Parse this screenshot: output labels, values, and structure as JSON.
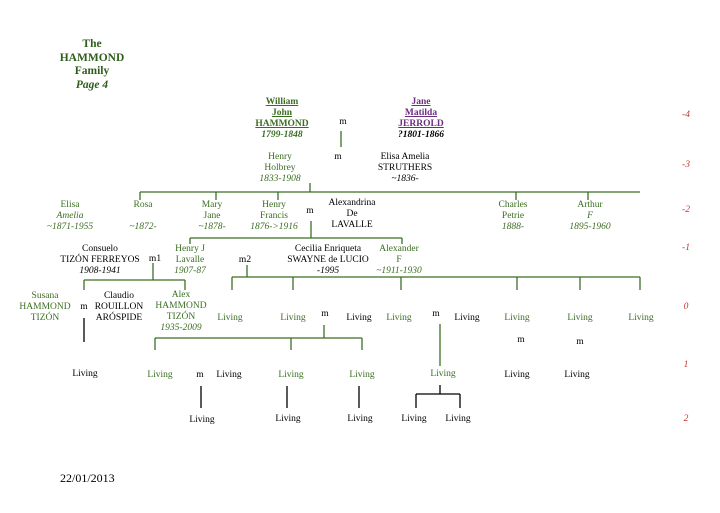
{
  "title": [
    "The",
    "HAMMOND",
    "Family",
    "Page 4"
  ],
  "footer_date": "22/01/2013",
  "generations": [
    "-4",
    "-3",
    "-2",
    "-1",
    "0",
    "1",
    "2"
  ],
  "nodes": [
    {
      "id": "william",
      "color": "green",
      "bold": true,
      "lines": [
        {
          "t": "William",
          "u": true
        },
        {
          "t": "John",
          "u": true
        },
        {
          "t": "HAMMOND",
          "u": true
        },
        {
          "t": "1799-1848",
          "i": true
        }
      ]
    },
    {
      "id": "m_william",
      "color": "black",
      "lines": [
        {
          "t": "m"
        }
      ]
    },
    {
      "id": "jane",
      "color": "purple",
      "bold": true,
      "lines": [
        {
          "t": "Jane",
          "u": true
        },
        {
          "t": "Matilda",
          "u": true
        },
        {
          "t": "JERROLD",
          "u": true
        },
        {
          "t": "?1801-1866",
          "i": true,
          "c": "black"
        }
      ]
    },
    {
      "id": "henry_h",
      "color": "green",
      "lines": [
        {
          "t": "Henry"
        },
        {
          "t": "Holbrey"
        },
        {
          "t": "1833-1908",
          "i": true
        }
      ]
    },
    {
      "id": "m_henry_h",
      "color": "black",
      "lines": [
        {
          "t": "m"
        }
      ]
    },
    {
      "id": "elisa_s",
      "color": "black",
      "lines": [
        {
          "t": "Elisa Amelia"
        },
        {
          "t": "STRUTHERS"
        },
        {
          "t": "~1836-",
          "i": true
        }
      ]
    },
    {
      "id": "elisa_a",
      "color": "green",
      "lines": [
        {
          "t": "Elisa"
        },
        {
          "t": "Amelia",
          "i": true
        },
        {
          "t": "~1871-1955",
          "i": true
        }
      ]
    },
    {
      "id": "rosa",
      "color": "green",
      "lines": [
        {
          "t": "Rosa"
        },
        {
          "t": " "
        },
        {
          "t": "~1872-",
          "i": true
        }
      ]
    },
    {
      "id": "mary_jane",
      "color": "green",
      "lines": [
        {
          "t": "Mary"
        },
        {
          "t": "Jane"
        },
        {
          "t": "~1878-",
          "i": true
        }
      ]
    },
    {
      "id": "henry_f",
      "color": "green",
      "lines": [
        {
          "t": "Henry"
        },
        {
          "t": "Francis"
        },
        {
          "t": "1876->1916",
          "i": true
        }
      ]
    },
    {
      "id": "m_henry_f",
      "color": "black",
      "lines": [
        {
          "t": "m"
        }
      ]
    },
    {
      "id": "alexandrina",
      "color": "black",
      "lines": [
        {
          "t": "Alexandrina"
        },
        {
          "t": "De"
        },
        {
          "t": "LAVALLE"
        }
      ]
    },
    {
      "id": "charles",
      "color": "green",
      "lines": [
        {
          "t": "Charles"
        },
        {
          "t": "Petrie"
        },
        {
          "t": "1888-",
          "i": true
        }
      ]
    },
    {
      "id": "arthur",
      "color": "green",
      "lines": [
        {
          "t": "Arthur"
        },
        {
          "t": "F",
          "i": true
        },
        {
          "t": "1895-1960",
          "i": true
        }
      ]
    },
    {
      "id": "consuelo",
      "color": "black",
      "lines": [
        {
          "t": "Consuelo"
        },
        {
          "t": "TIZÓN FERREYOS"
        },
        {
          "t": "1908-1941",
          "i": true
        }
      ]
    },
    {
      "id": "m1",
      "color": "black",
      "lines": [
        {
          "t": "m1"
        }
      ]
    },
    {
      "id": "henry_j",
      "color": "green",
      "lines": [
        {
          "t": "Henry J"
        },
        {
          "t": "Lavalle"
        },
        {
          "t": "1907-87",
          "i": true
        }
      ]
    },
    {
      "id": "m2",
      "color": "black",
      "lines": [
        {
          "t": "m2"
        }
      ]
    },
    {
      "id": "cecilia",
      "color": "black",
      "lines": [
        {
          "t": "Cecilia Enriqueta"
        },
        {
          "t": "SWAYNE de LUCIO"
        },
        {
          "t": "-1995",
          "i": true
        }
      ]
    },
    {
      "id": "alexander_f",
      "color": "green",
      "lines": [
        {
          "t": "Alexander"
        },
        {
          "t": "F"
        },
        {
          "t": "~1911-1930",
          "i": true
        }
      ]
    },
    {
      "id": "susana",
      "color": "green",
      "lines": [
        {
          "t": "Susana"
        },
        {
          "t": "HAMMOND"
        },
        {
          "t": "TIZÓN"
        }
      ]
    },
    {
      "id": "m_susana",
      "color": "black",
      "lines": [
        {
          "t": "m"
        }
      ]
    },
    {
      "id": "claudio",
      "color": "black",
      "lines": [
        {
          "t": "Claudio"
        },
        {
          "t": "ROUILLON"
        },
        {
          "t": "ARÓSPIDE"
        }
      ]
    },
    {
      "id": "alex",
      "color": "green",
      "lines": [
        {
          "t": "Alex"
        },
        {
          "t": "HAMMOND"
        },
        {
          "t": "TIZÓN"
        },
        {
          "t": "1935-2009",
          "i": true
        }
      ]
    },
    {
      "id": "g0_living_1",
      "color": "green",
      "lines": [
        {
          "t": "Living"
        }
      ]
    },
    {
      "id": "g0_living_2",
      "color": "green",
      "lines": [
        {
          "t": "Living"
        }
      ]
    },
    {
      "id": "m_g0_2",
      "color": "black",
      "lines": [
        {
          "t": "m"
        }
      ]
    },
    {
      "id": "g0_living_2s",
      "color": "black",
      "lines": [
        {
          "t": "Living"
        }
      ]
    },
    {
      "id": "g0_living_3",
      "color": "green",
      "lines": [
        {
          "t": "Living"
        }
      ]
    },
    {
      "id": "m_g0_3",
      "color": "black",
      "lines": [
        {
          "t": "m"
        }
      ]
    },
    {
      "id": "g0_living_3s",
      "color": "black",
      "lines": [
        {
          "t": "Living"
        }
      ]
    },
    {
      "id": "g0_living_4",
      "color": "green",
      "lines": [
        {
          "t": "Living"
        }
      ]
    },
    {
      "id": "m_g0_4",
      "color": "black",
      "lines": [
        {
          "t": "m"
        }
      ]
    },
    {
      "id": "g0_living_5",
      "color": "green",
      "lines": [
        {
          "t": "Living"
        }
      ]
    },
    {
      "id": "m_g0_5",
      "color": "black",
      "lines": [
        {
          "t": "m"
        }
      ]
    },
    {
      "id": "g0_living_6",
      "color": "green",
      "lines": [
        {
          "t": "Living"
        }
      ]
    },
    {
      "id": "g1_living_a",
      "color": "black",
      "lines": [
        {
          "t": "Living"
        }
      ]
    },
    {
      "id": "g1_living_b",
      "color": "green",
      "lines": [
        {
          "t": "Living"
        }
      ]
    },
    {
      "id": "m_g1_b",
      "color": "black",
      "lines": [
        {
          "t": "m"
        }
      ]
    },
    {
      "id": "g1_living_bs",
      "color": "black",
      "lines": [
        {
          "t": "Living"
        }
      ]
    },
    {
      "id": "g1_living_c",
      "color": "green",
      "lines": [
        {
          "t": "Living"
        }
      ]
    },
    {
      "id": "g1_living_d",
      "color": "green",
      "lines": [
        {
          "t": "Living"
        }
      ]
    },
    {
      "id": "g1_living_e",
      "color": "green",
      "lines": [
        {
          "t": "Living"
        }
      ]
    },
    {
      "id": "g1_living_f",
      "color": "black",
      "lines": [
        {
          "t": "Living"
        }
      ]
    },
    {
      "id": "g1_living_g",
      "color": "black",
      "lines": [
        {
          "t": "Living"
        }
      ]
    },
    {
      "id": "g2_living_a",
      "color": "black",
      "lines": [
        {
          "t": "Living"
        }
      ]
    },
    {
      "id": "g2_living_b",
      "color": "black",
      "lines": [
        {
          "t": "Living"
        }
      ]
    },
    {
      "id": "g2_living_c",
      "color": "black",
      "lines": [
        {
          "t": "Living"
        }
      ]
    },
    {
      "id": "g2_living_d",
      "color": "black",
      "lines": [
        {
          "t": "Living"
        }
      ]
    },
    {
      "id": "g2_living_e",
      "color": "black",
      "lines": [
        {
          "t": "Living"
        }
      ]
    }
  ]
}
